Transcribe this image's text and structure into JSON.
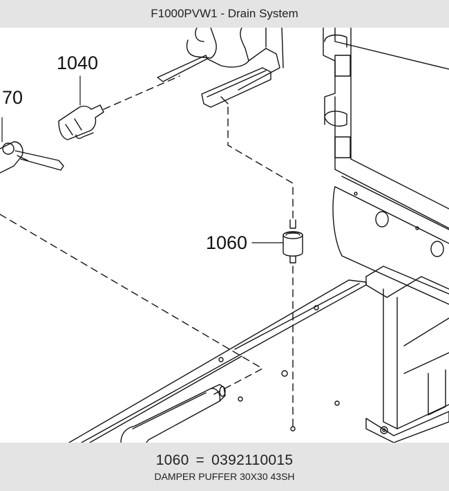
{
  "header": {
    "title": "F1000PVW1 - Drain System"
  },
  "diagram": {
    "callouts": [
      "1040",
      "70",
      "1060"
    ]
  },
  "footer": {
    "part_number": "1060",
    "equals": "=",
    "code": "0392110015",
    "description": "DAMPER PUFFER 30X30 43SH"
  }
}
